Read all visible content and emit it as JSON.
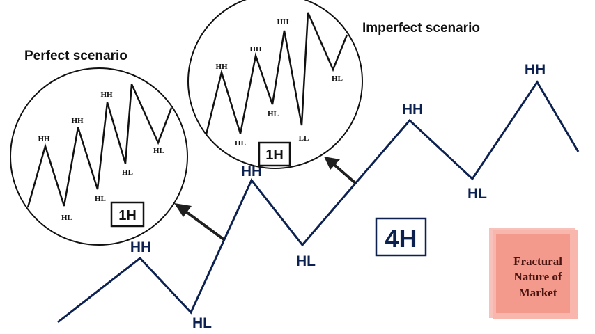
{
  "colors": {
    "main_line": "#0d2150",
    "main_label": "#0d2150",
    "sub_line": "#111111",
    "arrow": "#1f1f1f",
    "note_back": "#f6c2bb",
    "note_front": "#f39a8c",
    "note_text": "#4a1410"
  },
  "main_chart": {
    "timeframe_label": "4H",
    "pivot_labels": [
      "HH",
      "HL",
      "HH",
      "HL",
      "HH",
      "HL",
      "HH"
    ]
  },
  "perfect": {
    "title": "Perfect scenario",
    "timeframe_label": "1H",
    "pivot_labels": [
      "HH",
      "HL",
      "HH",
      "HL",
      "HH",
      "HL",
      "HL"
    ]
  },
  "imperfect": {
    "title": "Imperfect scenario",
    "timeframe_label": "1H",
    "pivot_labels": [
      "HH",
      "HL",
      "HH",
      "HL",
      "HH",
      "LL",
      "HL"
    ]
  },
  "note": {
    "lines": [
      "Fractural",
      "Nature of",
      "Market"
    ]
  }
}
